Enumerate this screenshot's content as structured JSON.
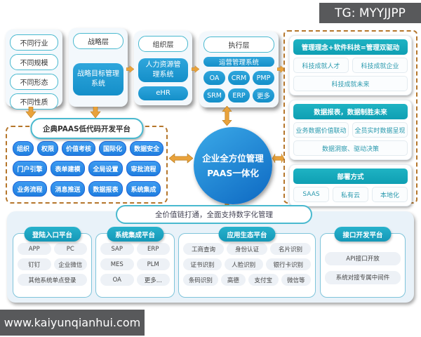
{
  "badge": {
    "tg_label": "TG: MYYJJPP"
  },
  "watermark": {
    "url_label": "www.kaiyunqianhui.com"
  },
  "top_row": {
    "traits": {
      "items": [
        "不同行业",
        "不同规模",
        "不同形态",
        "不同性质"
      ]
    },
    "strategy": {
      "header": "战略层",
      "system": "战略目标管理系统"
    },
    "organization": {
      "header": "组织层",
      "system": "人力资源管理系统",
      "system2": "eHR"
    },
    "execution": {
      "header": "执行层",
      "system": "运营管理系统",
      "apps": [
        "OA",
        "CRM",
        "PMP",
        "SRM",
        "ERP",
        "更多"
      ]
    }
  },
  "paas_panel": {
    "title": "企典PAAS低代码开发平台",
    "rows": [
      [
        "组织",
        "权限",
        "价值考核",
        "国际化",
        "数据安全"
      ],
      [
        "门户引擎",
        "表单建模",
        "全局设置",
        "审批流程"
      ],
      [
        "业务流程",
        "消息推送",
        "数据报表",
        "系统集成"
      ]
    ]
  },
  "center_circle": {
    "line1": "企业全方位管理",
    "line2": "PAAS一体化"
  },
  "right_panel": {
    "groups": [
      {
        "header": "管理理念+软件科技=管理双驱动",
        "items": [
          "科技成就人才",
          "科技成就企业",
          "科技成就未来"
        ]
      },
      {
        "header": "数据报表，数据制胜未来",
        "items": [
          "业务数据价值联动",
          "全员实时数据呈现",
          "数据洞察、驱动决策"
        ]
      },
      {
        "header": "部署方式",
        "items": [
          "SAAS",
          "私有云",
          "本地化"
        ]
      }
    ]
  },
  "bottom_panel": {
    "banner": "全价值链打通，全面支持数字化管理",
    "groups": [
      {
        "header": "登陆入口平台",
        "items": [
          "APP",
          "PC",
          "钉钉",
          "企业微信",
          "其他系统单点登录"
        ]
      },
      {
        "header": "系统集成平台",
        "items": [
          "SAP",
          "ERP",
          "MES",
          "PLM",
          "OA",
          "更多..."
        ]
      },
      {
        "header": "应用生态平台",
        "items": [
          "工商查询",
          "身份认证",
          "名片识别",
          "证书识别",
          "人脸识别",
          "银行卡识别",
          "条码识别",
          "高德",
          "支付宝",
          "微信等"
        ]
      },
      {
        "header": "接口开发平台",
        "items": [
          "API接口开放",
          "系统对接专属中间件"
        ]
      }
    ]
  },
  "colors": {
    "accent_teal": "#19A8BE",
    "accent_blue": "#1E9CD6",
    "bright_blue": "#2D8FE8",
    "arrow_orange": "#E9A23B",
    "badge_gray": "#58595B"
  }
}
